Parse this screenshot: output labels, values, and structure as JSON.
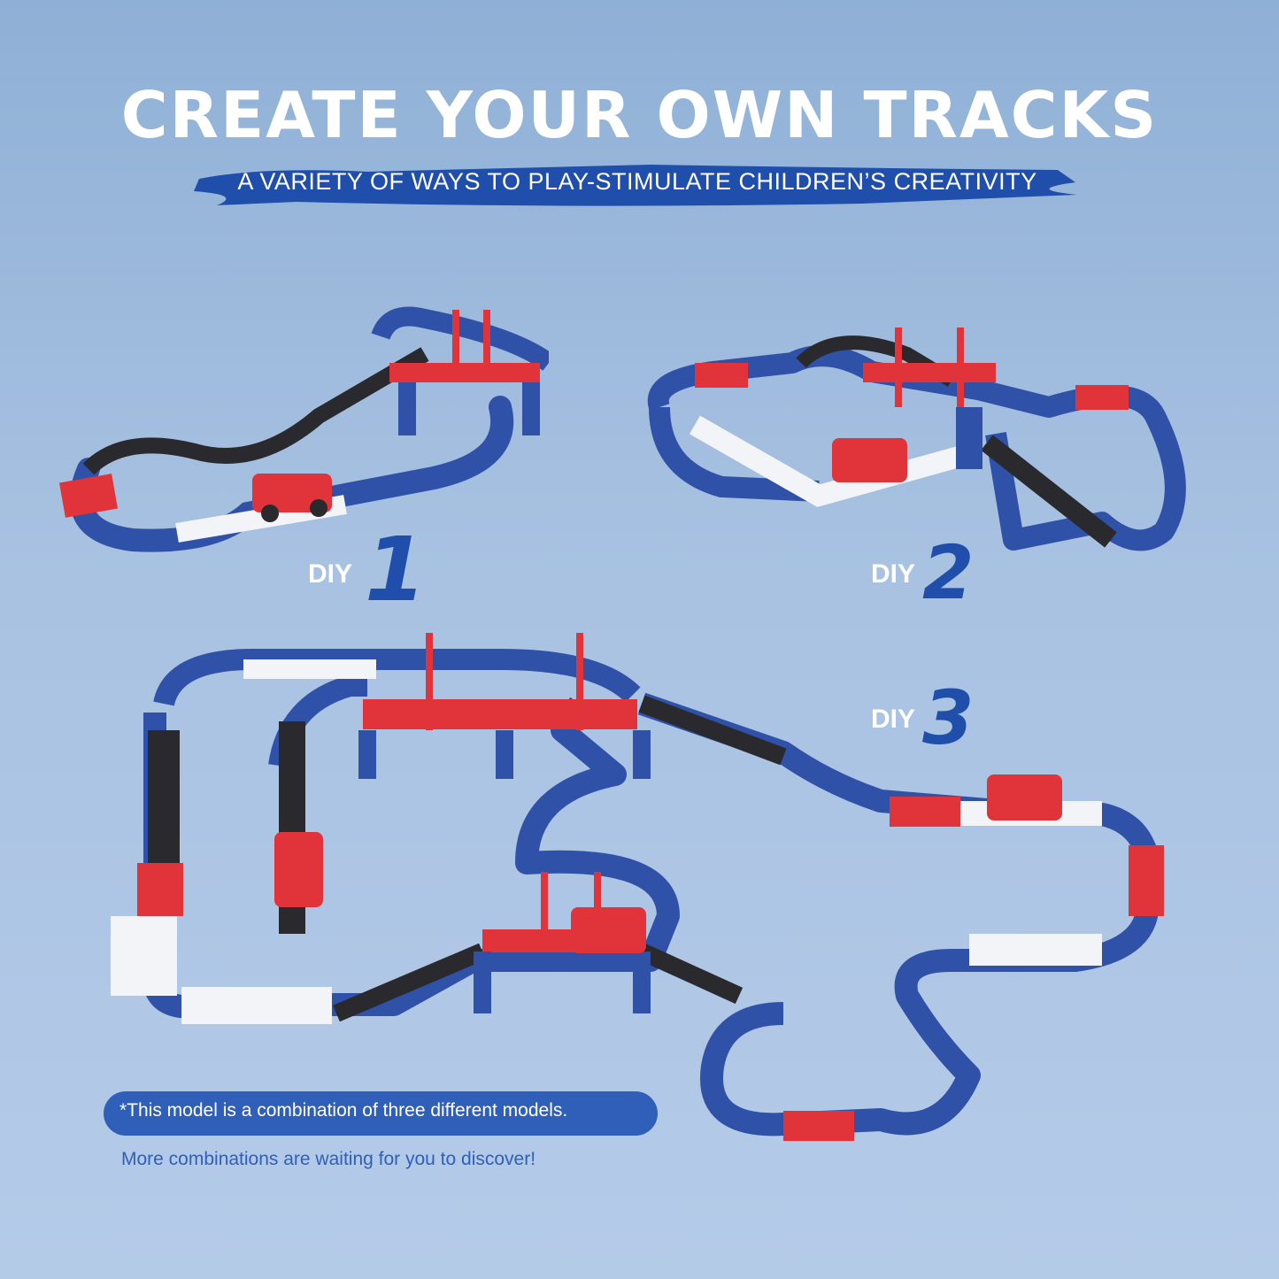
{
  "header": {
    "title": "CREATE YOUR OWN TRACKS",
    "subtitle": "A VARIETY OF WAYS TO PLAY-STIMULATE CHILDREN’S CREATIVITY"
  },
  "diy": [
    {
      "label": "DIY",
      "number": "1"
    },
    {
      "label": "DIY",
      "number": "2"
    },
    {
      "label": "DIY",
      "number": "3"
    }
  ],
  "footer": {
    "note": "*This model is a combination of three different models.",
    "more": "More combinations are waiting for you to discover!"
  },
  "colors": {
    "track_blue": "#2f52a8",
    "bridge_red": "#e0333a",
    "rail_black": "#2a2a2e",
    "rail_white": "#f2f4f8",
    "accent": "#2f5fb8"
  }
}
